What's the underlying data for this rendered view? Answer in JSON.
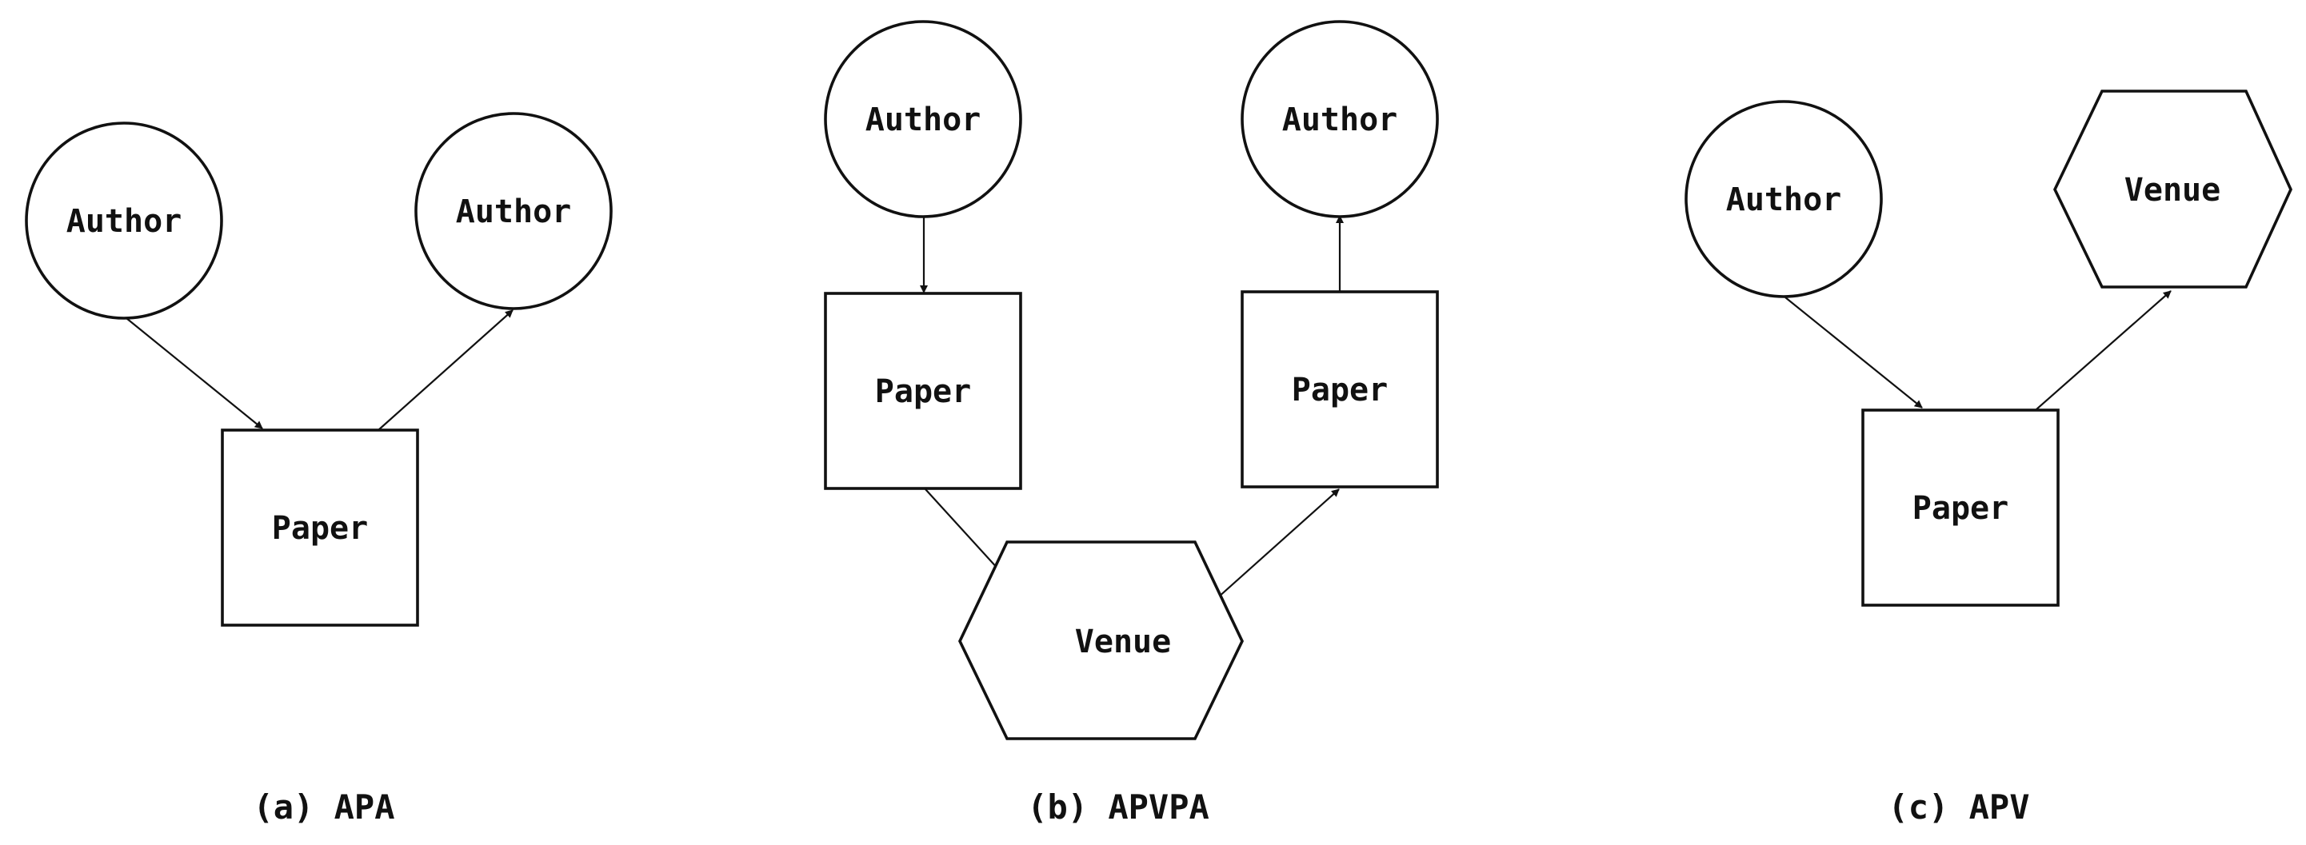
{
  "panels": [
    {
      "caption": "(a) APA",
      "nodes": [
        {
          "label": "Author",
          "shape": "circle"
        },
        {
          "label": "Author",
          "shape": "circle"
        },
        {
          "label": "Paper",
          "shape": "square"
        }
      ],
      "edges": [
        {
          "from": 0,
          "to": 2
        },
        {
          "from": 2,
          "to": 1
        }
      ]
    },
    {
      "caption": "(b) APVPA",
      "nodes": [
        {
          "label": "Author",
          "shape": "circle"
        },
        {
          "label": "Author",
          "shape": "circle"
        },
        {
          "label": "Paper",
          "shape": "square"
        },
        {
          "label": "Paper",
          "shape": "square"
        },
        {
          "label": "Venue",
          "shape": "hexagon"
        }
      ],
      "edges": [
        {
          "from": 0,
          "to": 2
        },
        {
          "from": 2,
          "to": 4
        },
        {
          "from": 4,
          "to": 3
        },
        {
          "from": 3,
          "to": 1
        }
      ]
    },
    {
      "caption": "(c) APV",
      "nodes": [
        {
          "label": "Author",
          "shape": "circle"
        },
        {
          "label": "Venue",
          "shape": "hexagon"
        },
        {
          "label": "Paper",
          "shape": "square"
        }
      ],
      "edges": [
        {
          "from": 0,
          "to": 2
        },
        {
          "from": 2,
          "to": 1
        }
      ]
    }
  ],
  "colors": {
    "stroke": "#111111",
    "fill": "#ffffff",
    "text": "#111111"
  }
}
